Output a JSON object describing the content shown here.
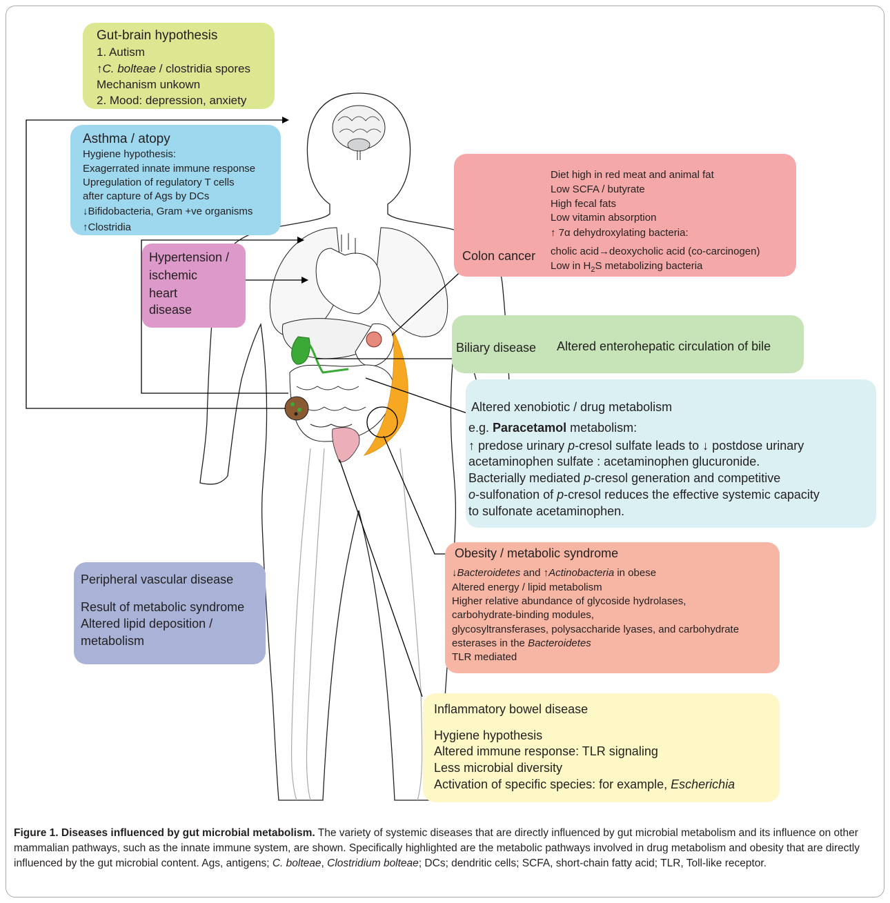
{
  "colors": {
    "gut_brain": "#dde792",
    "asthma": "#9dd8ef",
    "hypertension": "#dc99c9",
    "colon_cancer": "#f4a9a8",
    "biliary": "#c7e4b8",
    "xenobiotic": "#daf0f3",
    "obesity": "#f7b6a4",
    "peripheral": "#a9b3d8",
    "ibd": "#fdf8c5",
    "gallbladder": "#3aa935",
    "kidney": "#f7a823",
    "bladder": "#ecaeb9"
  },
  "gut_brain": {
    "title": "Gut-brain hypothesis",
    "line1": "1. Autism",
    "line2_arrow": "↑",
    "line2_italic": "C. bolteae",
    "line2_rest": " / clostridia spores",
    "line3": "Mechanism unkown",
    "line4": "2. Mood: depression, anxiety"
  },
  "asthma": {
    "title": "Asthma / atopy",
    "lines": [
      "Hygiene hypothesis:",
      "Exagerrated innate immune response",
      "Upregulation of regulatory T cells",
      "after capture of Ags by DCs",
      "↓Bifidobacteria, Gram +ve organisms",
      "↑Clostridia"
    ]
  },
  "hypertension": {
    "lines": [
      "Hypertension /",
      "ischemic",
      "heart",
      "disease"
    ]
  },
  "colon_cancer": {
    "label": "Colon cancer",
    "lines": [
      "Diet high in red meat and animal fat",
      "Low SCFA / butyrate",
      "High fecal fats",
      "Low vitamin absorption",
      "↑ 7α dehydroxylating bacteria:"
    ],
    "line6_a": "cholic acid",
    "line6_arrow": "→",
    "line6_b": "deoxycholic acid (co-carcinogen)",
    "line7_a": "Low in H",
    "line7_sub": "2",
    "line7_b": "S metabolizing bacteria"
  },
  "biliary": {
    "label": "Biliary disease",
    "text": "Altered enterohepatic circulation of bile"
  },
  "xenobiotic": {
    "title": "Altered xenobiotic / drug metabolism",
    "l1_a": "e.g. ",
    "l1_bold": "Paracetamol",
    "l1_b": " metabolism:",
    "l2_a": "↑  predose urinary ",
    "l2_i": "p",
    "l2_b": "-cresol sulfate leads to ↓ postdose urinary",
    "l3": "acetaminophen sulfate :  acetaminophen glucuronide.",
    "l4_a": "Bacterially mediated ",
    "l4_i": "p",
    "l4_b": "-cresol generation and competitive",
    "l5_i1": "o",
    "l5_a": "-sulfonation of ",
    "l5_i2": "p",
    "l5_b": "-cresol reduces the effective systemic capacity",
    "l6": "to sulfonate acetaminophen."
  },
  "obesity": {
    "title": "Obesity / metabolic syndrome",
    "l1_arrow1": "↓",
    "l1_i1": "Bacteroidetes",
    "l1_mid": " and ",
    "l1_arrow2": "↑",
    "l1_i2": "Actinobacteria",
    "l1_end": " in obese",
    "l2": "Altered energy / lipid metabolism",
    "l3": "Higher relative abundance of glycoside hydrolases,",
    "l4": "carbohydrate-binding modules,",
    "l5": "glycosyltransferases, polysaccharide lyases, and carbohydrate",
    "l6_a": "esterases in the ",
    "l6_i": "Bacteroidetes",
    "l7": "TLR mediated"
  },
  "peripheral": {
    "title": "Peripheral vascular disease",
    "lines": [
      "Result of metabolic syndrome",
      "Altered lipid deposition /",
      "metabolism"
    ]
  },
  "ibd": {
    "title": "Inflammatory bowel disease",
    "lines": [
      "Hygiene hypothesis",
      "Altered immune response: TLR signaling",
      "Less microbial diversity"
    ],
    "l4_a": "Activation of specific species: for example, ",
    "l4_i": "Escherichia"
  },
  "caption": {
    "bold": "Figure 1. Diseases influenced by gut microbial metabolism.",
    "text": " The variety of systemic diseases that are directly influenced by gut microbial metabolism and its influence on other mammalian pathways, such as the innate immune system, are shown. Specifically highlighted are the metabolic pathways involved in drug metabolism and obesity that are directly influenced by the gut microbial content. Ags, antigens; ",
    "i1": "C. bolteae",
    "text2": ", ",
    "i2": "Clostridium bolteae",
    "text3": "; DCs; dendritic cells; SCFA, short-chain fatty acid; TLR, Toll-like receptor."
  }
}
